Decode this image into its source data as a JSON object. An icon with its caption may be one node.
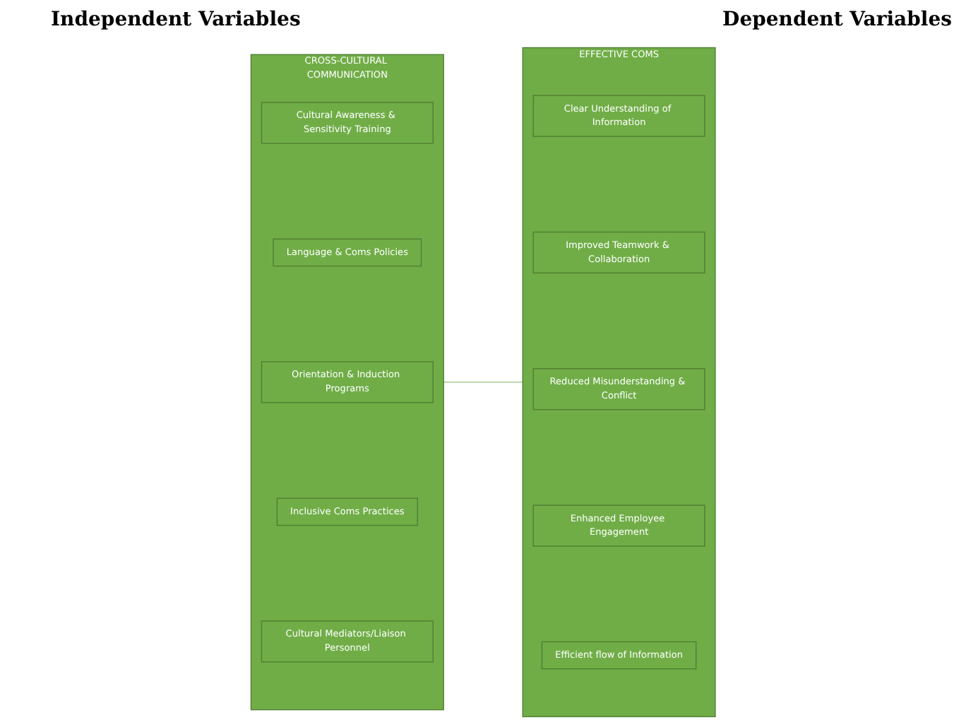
{
  "diagram": {
    "nodes": [
      {
        "text": [
          "CROSS-CULTURAL COMMUNICATION"
        ]
      },
      {
        "text": [
          "Cultural Awareness & Sensitivity Training"
        ],
        "in": 0
      },
      {
        "text": [
          "Language & Coms Policies"
        ],
        "in": 0
      },
      {
        "text": [
          "Orientation & Induction Programs"
        ],
        "in": 0
      },
      {
        "text": [
          "Inclusive Coms Practices"
        ],
        "in": 0
      },
      {
        "text": [
          "Cultural Mediators/Liaison Personnel"
        ],
        "in": 0
      },
      {
        "text": [
          "EFFECTIVE COMS"
        ]
      },
      {
        "text": [
          "Clear Understanding of Information"
        ],
        "in": 6
      },
      {
        "text": [
          "Improved Teamwork & Collaboration"
        ],
        "in": 6
      },
      {
        "text": [
          "Reduced Misunderstanding & Conflict"
        ],
        "in": 6
      },
      {
        "text": [
          "Enhanced Employee Engagement"
        ],
        "in": 6
      },
      {
        "text": [
          "Efficient flow of Information"
        ],
        "in": 6
      }
    ],
    "edges": [
      {
        "from": 0,
        "to": 6,
        "arrow": "none"
      }
    ],
    "labels": [
      "Independent Variables",
      "Dependent Variables"
    ]
  }
}
